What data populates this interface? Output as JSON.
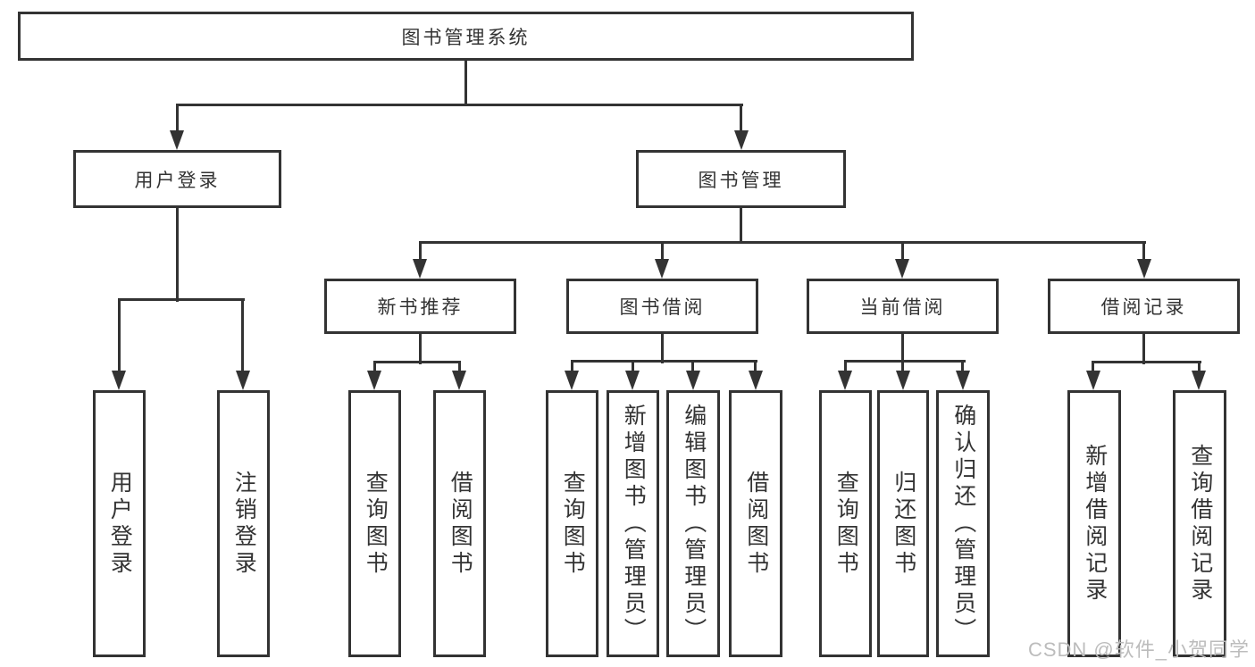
{
  "diagram": {
    "root": "图书管理系统",
    "branches": [
      {
        "label": "用户登录",
        "leaves": [
          "用户登录",
          "注销登录"
        ]
      },
      {
        "label": "图书管理",
        "groups": [
          {
            "label": "新书推荐",
            "leaves": [
              "查询图书",
              "借阅图书"
            ]
          },
          {
            "label": "图书借阅",
            "leaves": [
              "查询图书",
              "新增图书（管理员）",
              "编辑图书（管理员）",
              "借阅图书"
            ]
          },
          {
            "label": "当前借阅",
            "leaves": [
              "查询图书",
              "归还图书",
              "确认归还（管理员）"
            ]
          },
          {
            "label": "借阅记录",
            "leaves": [
              "新增借阅记录",
              "查询借阅记录"
            ]
          }
        ]
      }
    ]
  },
  "watermark": {
    "text": "CSDN @软件_小贺同学"
  },
  "colors": {
    "line": "#333333",
    "text": "#333333",
    "watermark": "#bcbcbc",
    "background": "#ffffff"
  }
}
